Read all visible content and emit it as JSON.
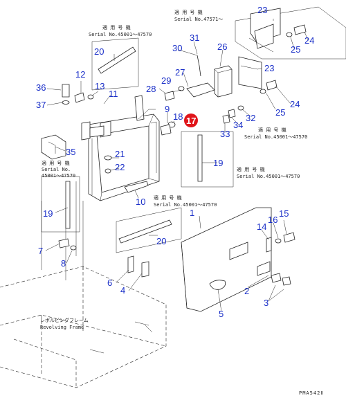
{
  "callouts": {
    "n1": "1",
    "n2": "2",
    "n3": "3",
    "n4": "4",
    "n5": "5",
    "n6": "6",
    "n7": "7",
    "n8": "8",
    "n9": "9",
    "n10": "10",
    "n11": "11",
    "n12": "12",
    "n13": "13",
    "n14": "14",
    "n15": "15",
    "n16": "16",
    "n17": "17",
    "n18": "18",
    "n19a": "19",
    "n19b": "19",
    "n20a": "20",
    "n20b": "20",
    "n21": "21",
    "n22": "22",
    "n23a": "23",
    "n23b": "23",
    "n24a": "24",
    "n24b": "24",
    "n25a": "25",
    "n25b": "25",
    "n26": "26",
    "n27": "27",
    "n28": "28",
    "n29": "29",
    "n30": "30",
    "n31": "31",
    "n32": "32",
    "n33": "33",
    "n34": "34",
    "n35": "35",
    "n36": "36",
    "n37": "37"
  },
  "notes": {
    "note_top_right_1": "適 用 号 機",
    "note_top_right_2": "Serial No.47571～",
    "note_top_left_1": "適 用 号 機",
    "note_top_left_2": "Serial No.45001～47570",
    "note_right_1": "適 用 号 機",
    "note_right_2": "Serial No.45001～47570",
    "note_mid_right_1": "適 用 号 機",
    "note_mid_right_2": "Serial No.45001～47570",
    "note_left_1": "適 用 号 機",
    "note_left_2": "Serial No.",
    "note_left_3": "45001～47570",
    "note_center_1": "適 用 号 機",
    "note_center_2": "Serial No.45001～47570",
    "frame_jp": "レボルビングフレーム",
    "frame_en": "Revolving Frame"
  },
  "highlight": {
    "color": "#e0151a",
    "callout": "17"
  },
  "callout_color": "#1a2fc8",
  "drawing_code": "PMA542Ⅱ"
}
